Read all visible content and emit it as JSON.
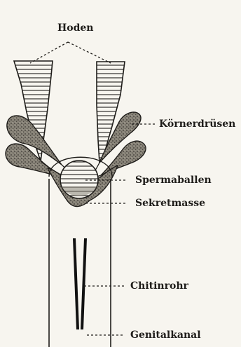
{
  "figure": {
    "labels": {
      "hoden": "Hoden",
      "koernerdruesen": "Körnerdrüsen",
      "spermaballen": "Spermaballen",
      "sekretmasse": "Sekretmasse",
      "chitinrohr": "Chitinrohr",
      "genitalkanal": "Genitalkanal"
    },
    "colors": {
      "ink": "#1f1d1a",
      "paper": "#f7f5ef",
      "stipple": "#7a766d"
    }
  }
}
